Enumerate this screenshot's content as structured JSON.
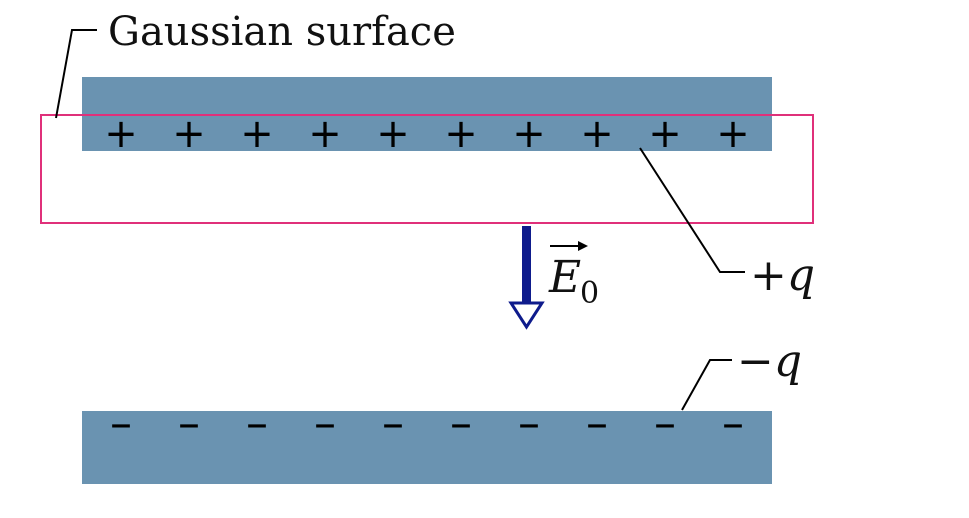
{
  "labels": {
    "gaussian_surface": "Gaussian surface",
    "positive_charge": "+q",
    "negative_charge": "−q",
    "field_symbol": "E",
    "field_subscript": "0"
  },
  "symbols": {
    "plus": "+",
    "minus": "–",
    "plus_count": 10,
    "minus_count": 10
  },
  "colors": {
    "plate": "#6a93b1",
    "gaussian_surface": "#e0307a",
    "field_arrow": "#0e1b8c",
    "leader_line": "#000000"
  }
}
